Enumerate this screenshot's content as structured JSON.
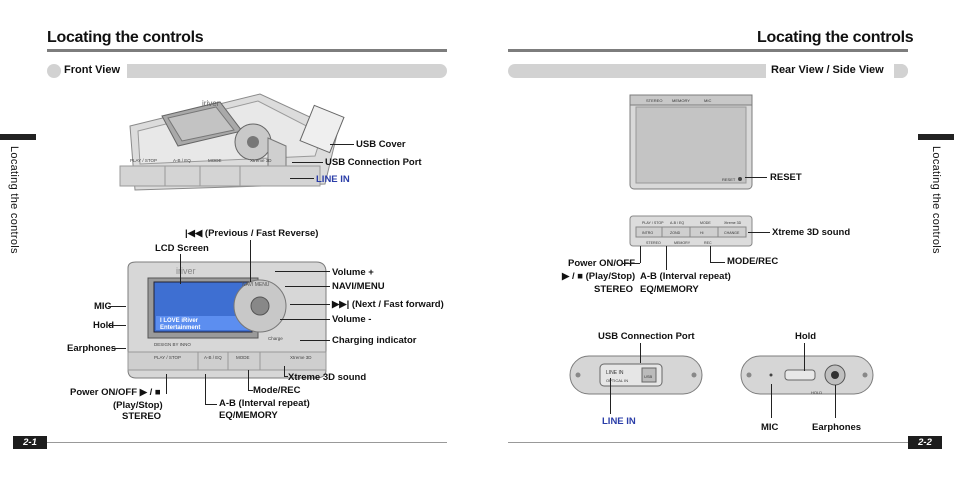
{
  "left_page": {
    "title": "Locating the controls",
    "section": "Front View",
    "side_tab": "Locating the controls",
    "page_number": "2-1",
    "device_text": {
      "brand": "iriver",
      "navi": "NAVI MENU",
      "design": "DESIGN BY INNO",
      "buttons": [
        "PLAY / STOP",
        "A-B / EQ",
        "MODE",
        "Xtreme 3D"
      ],
      "charge": "Charge",
      "lcd_line1": "I LOVE iRiver",
      "lcd_line2": "Entertainment"
    },
    "top_labels": {
      "usb_cover": "USB Cover",
      "usb_port": "USB Connection Port",
      "line_in": "LINE IN"
    },
    "labels": {
      "prev": "(Previous / Fast Reverse)",
      "lcd": "LCD Screen",
      "volume_plus": "Volume +",
      "navi_menu": "NAVI/MENU",
      "next": "(Next / Fast forward)",
      "volume_minus": "Volume -",
      "mic": "MIC",
      "hold": "Hold",
      "earphones": "Earphones",
      "charging": "Charging indicator",
      "xtreme": "Xtreme 3D sound",
      "mode_rec": "Mode/REC",
      "power_on": "Power ON/OFF",
      "play_stop": "(Play/Stop)",
      "stereo": "STEREO",
      "ab": "A-B (Interval repeat)",
      "eq": "EQ/MEMORY"
    }
  },
  "right_page": {
    "title": "Locating the controls",
    "section": "Rear View / Side View",
    "side_tab": "Locating the controls",
    "page_number": "2-2",
    "device_text": {
      "rear_top": [
        "STEREO",
        "MEMORY",
        "MIC"
      ],
      "reset_tag": "RESET",
      "strip_top": [
        "PLAY / STOP",
        "A-B / EQ",
        "MODE",
        "Xtreme 3D"
      ],
      "strip_buttons": [
        "INTRO",
        "ZOND",
        "Hi",
        "CHANGE"
      ],
      "strip_bottom": [
        "STEREO",
        "MEMORY",
        "REC"
      ],
      "usb_line_in": "LINE IN",
      "usb_optical": "OPTICAL IN",
      "usb_tag": "USB",
      "hold_tag": "HOLD"
    },
    "labels": {
      "reset": "RESET",
      "xtreme": "Xtreme 3D sound",
      "power_on": "Power ON/OFF",
      "play_stop": "(Play/Stop)",
      "stereo": "STEREO",
      "ab": "A-B (Interval repeat)",
      "eq": "EQ/MEMORY",
      "mode_rec": "MODE/REC",
      "usb_port": "USB Connection Port",
      "line_in": "LINE IN",
      "hold": "Hold",
      "mic": "MIC",
      "earphones": "Earphones"
    }
  }
}
